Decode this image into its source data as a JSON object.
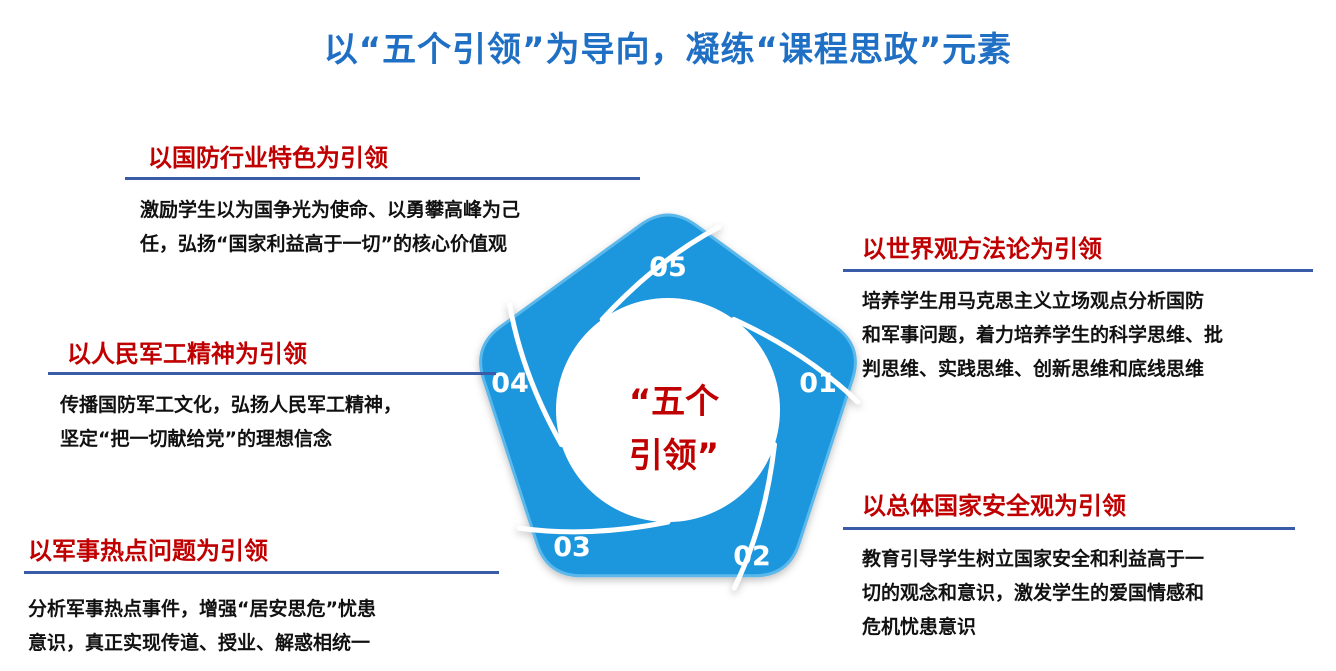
{
  "colors": {
    "title": "#1f6fc4",
    "heading": "#c00000",
    "rule": "#3a5ba7",
    "pentagon": "#1c97de",
    "pentagon_edge": "#5cb8ea",
    "center": "#c00000"
  },
  "title": "以“五个引领”为导向，凝练“课程思政”元素",
  "center": {
    "line1": "“五个",
    "line2": "引领”"
  },
  "segments": [
    {
      "number": "01"
    },
    {
      "number": "02"
    },
    {
      "number": "03"
    },
    {
      "number": "04"
    },
    {
      "number": "05"
    }
  ],
  "sections": {
    "national_defense": {
      "heading": "以国防行业特色为引领",
      "lines": [
        "激励学生以为国争光为使命、以勇攀高峰为己",
        "任，弘扬“国家利益高于一切”的核心价值观"
      ]
    },
    "worldview": {
      "heading": "以世界观方法论为引领",
      "lines": [
        "培养学生用马克思主义立场观点分析国防",
        "和军事问题，着力培养学生的科学思维、批",
        "判思维、实践思维、创新思维和底线思维"
      ]
    },
    "military_spirit": {
      "heading": "以人民军工精神为引领",
      "lines": [
        "传播国防军工文化，弘扬人民军工精神，",
        "坚定“把一切献给党”的理想信念"
      ]
    },
    "national_security": {
      "heading": "以总体国家安全观为引领",
      "lines": [
        "教育引导学生树立国家安全和利益高于一",
        "切的观念和意识，激发学生的爱国情感和",
        "危机忧患意识"
      ]
    },
    "military_hotspots": {
      "heading": "以军事热点问题为引领",
      "lines": [
        "分析军事热点事件，增强“居安思危”忧患",
        "意识，真正实现传道、授业、解惑相统一"
      ]
    }
  }
}
